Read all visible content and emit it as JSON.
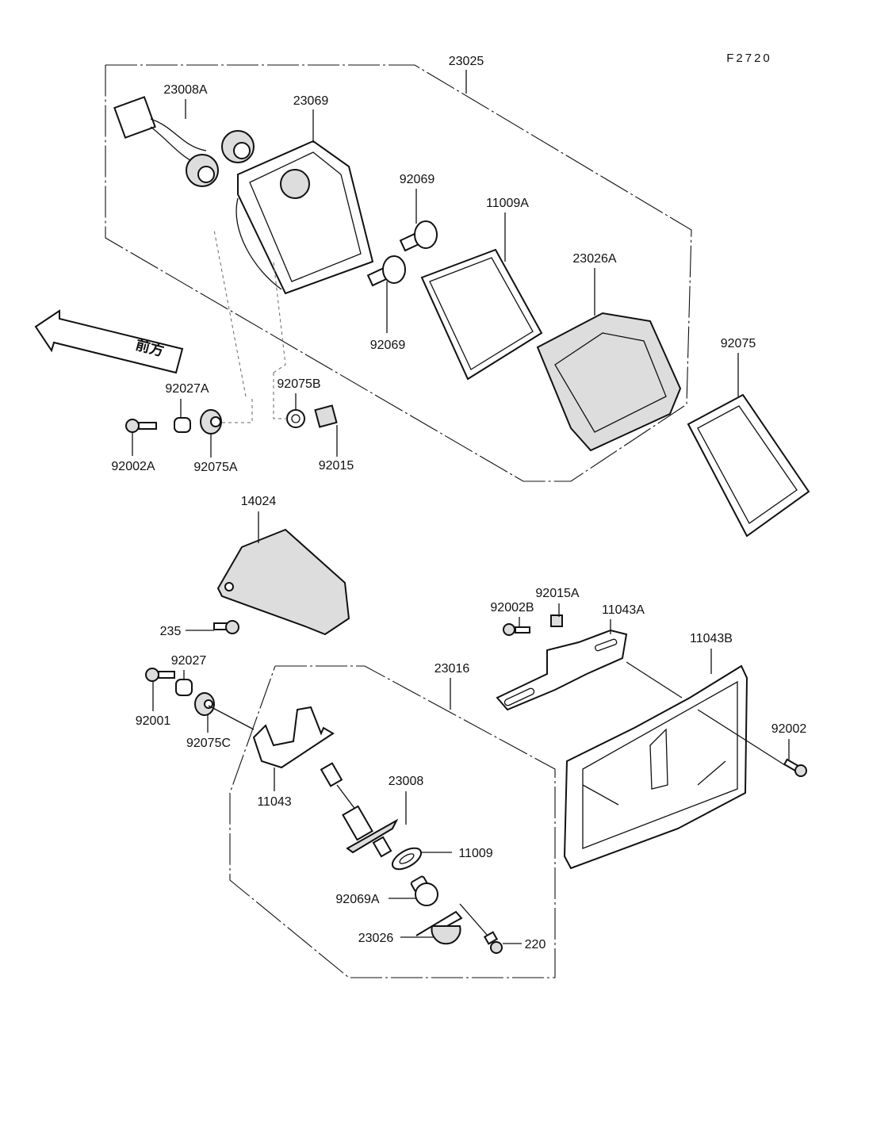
{
  "diagram": {
    "reference": "F2720",
    "direction_sign": "前方",
    "labels": {
      "p23025": "23025",
      "p23008A": "23008A",
      "p23069": "23069",
      "p92069_top": "92069",
      "p11009A": "11009A",
      "p23026A": "23026A",
      "p92069_low": "92069",
      "p92075": "92075",
      "p92075B": "92075B",
      "p92027A": "92027A",
      "p92002A": "92002A",
      "p92075A": "92075A",
      "p92015": "92015",
      "p14024": "14024",
      "p235": "235",
      "p92015A": "92015A",
      "p92002B": "92002B",
      "p11043A": "11043A",
      "p11043B": "11043B",
      "p92027": "92027",
      "p23016": "23016",
      "p92001": "92001",
      "p92075C": "92075C",
      "p92002": "92002",
      "p11043": "11043",
      "p23008": "23008",
      "p11009": "11009",
      "p92069A": "92069A",
      "p23026": "23026",
      "p220": "220"
    }
  }
}
